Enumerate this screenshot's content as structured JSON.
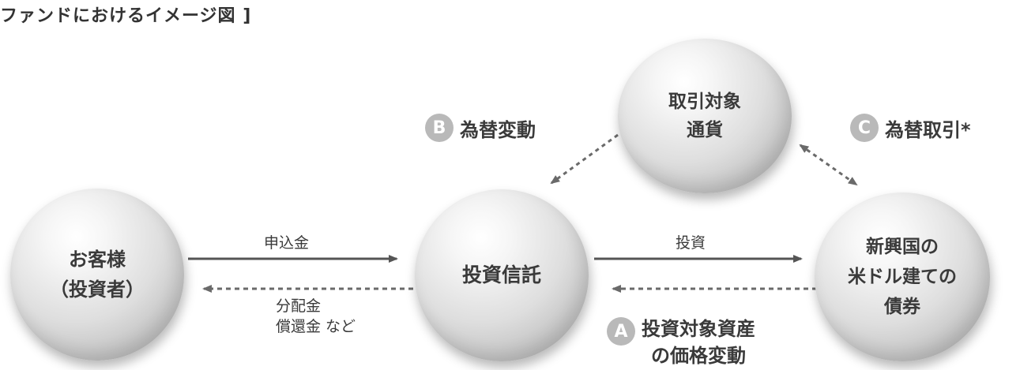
{
  "title": "ファンドにおけるイメージ図 ]",
  "nodes": {
    "customer": [
      "お客様",
      "（投資者）"
    ],
    "trust": [
      "投資信託"
    ],
    "currency": [
      "取引対象",
      "通貨"
    ],
    "bond": [
      "新興国の",
      "米ドル建ての",
      "債券"
    ]
  },
  "flows": {
    "subscription": "申込金",
    "distribution": [
      "分配金",
      "償還金 など"
    ],
    "investment": "投資"
  },
  "callouts": {
    "a": {
      "badge": "A",
      "text": [
        "投資対象資産",
        "の価格変動"
      ]
    },
    "b": {
      "badge": "B",
      "text": "為替変動"
    },
    "c": {
      "badge": "C",
      "text": "為替取引*"
    }
  },
  "colors": {
    "arrow": "#555555",
    "dashed_arrow": "#6a6a6a",
    "badge": "#b9b9b9"
  }
}
